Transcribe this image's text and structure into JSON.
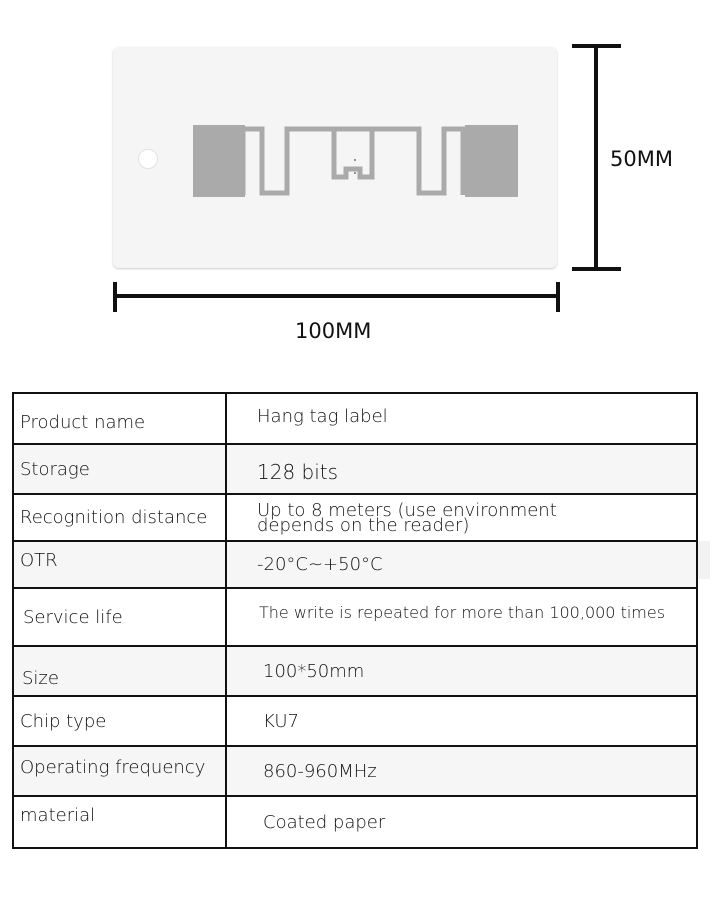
{
  "dimensions": {
    "height_label": "50MM",
    "width_label": "100MM"
  },
  "specs": [
    {
      "label": "Product name",
      "value": "Hang tag label"
    },
    {
      "label": "Storage",
      "value": "128 bits"
    },
    {
      "label": "Recognition distance",
      "value_line1": "Up to 8 meters (use environment",
      "value_line2": "depends on the reader)"
    },
    {
      "label": "OTR",
      "value": "-20°C~+50°C"
    },
    {
      "label": "Service life",
      "value": "The write is repeated for more than 100,000 times"
    },
    {
      "label": "Size",
      "value": "100*50mm"
    },
    {
      "label": "Chip type",
      "value": "KU7"
    },
    {
      "label": "Operating frequency",
      "value": "860-960MHz"
    },
    {
      "label": "material",
      "value": "Coated paper"
    }
  ]
}
